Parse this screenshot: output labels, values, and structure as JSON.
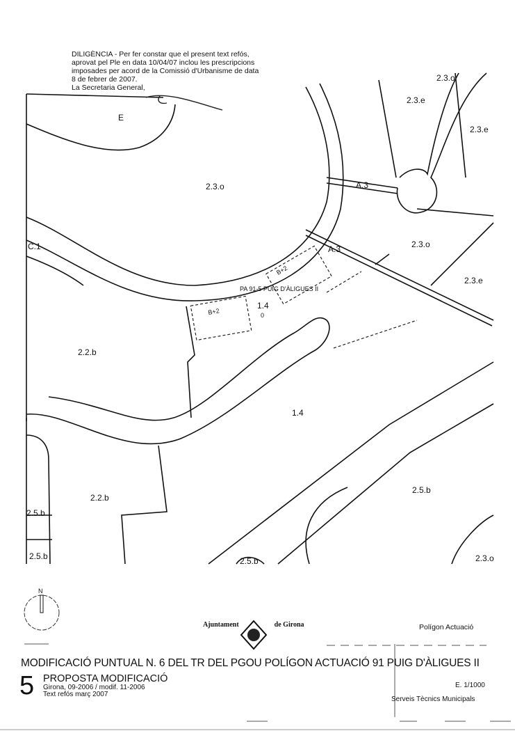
{
  "diligencia": {
    "lines": [
      "DILIGÈNCIA - Per fer constar que el present text refós,",
      "aprovat pel Ple en data 10/04/07 inclou les prescripcions",
      "imposades per acord de la Comissió d'Urbanisme de data",
      "8 de febrer de 2007.",
      "La Secretaria General,"
    ]
  },
  "map": {
    "zones": {
      "z1": "2.3.o",
      "z2": "2.3.e",
      "z3": "2.3.e",
      "z4": "A.3",
      "z5": "A.3",
      "z6": "2.3.o",
      "z7": "C.1",
      "z8": "B+2",
      "z9": "B+2",
      "z10": "PA 91-5 PUIG D'ÀLIGUES II",
      "z11": "1.4",
      "z12": "0",
      "z13": "2.3.e",
      "z14": "2.2.b",
      "z15": "1.4",
      "z16": "2.2.b",
      "z17": "2.5.b",
      "z18": "2.5.b",
      "z19": "2.5.b",
      "z20": "2.5.b",
      "z21": "2.3.o",
      "z22": "2.3.o"
    },
    "north": "N",
    "signature_mark": "E"
  },
  "logo": {
    "left": "Ajuntament",
    "right": "de Girona"
  },
  "legend": {
    "poligon": "Polígon  Actuació"
  },
  "title": "MODIFICACIÓ PUNTUAL N. 6 DEL TR DEL PGOU POLÍGON ACTUACIÓ 91 PUIG D'ÀLIGUES II",
  "sheet": {
    "number": "5",
    "heading": "PROPOSTA MODIFICACIÓ",
    "line1": "Girona, 09-2006 / modif. 11-2006",
    "line2": "Text refós  març 2007"
  },
  "scale": "E. 1/1000",
  "serveis": "Serveis Tècnics Municipals"
}
